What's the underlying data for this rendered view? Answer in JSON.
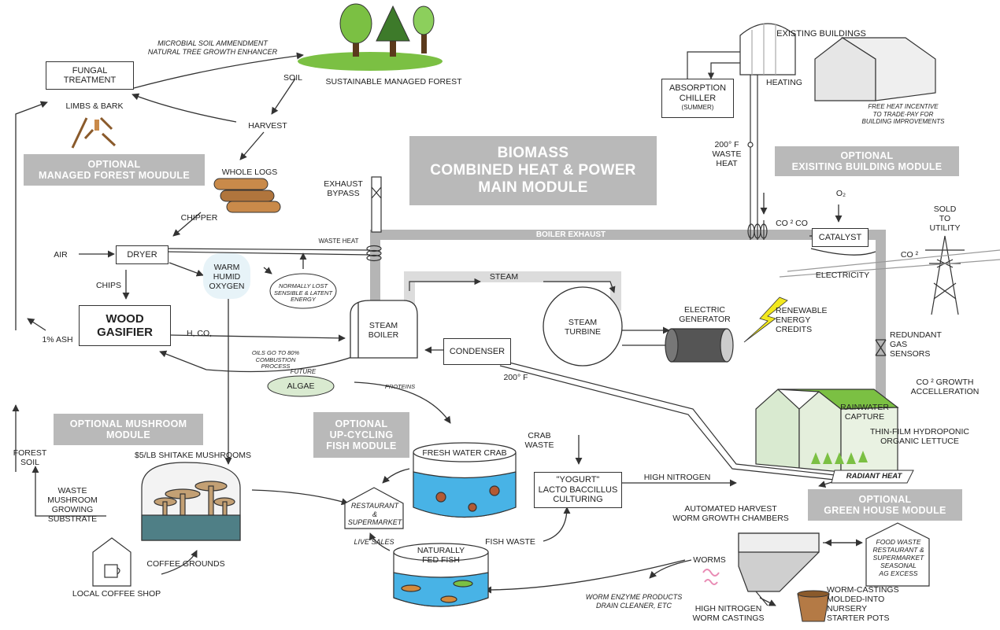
{
  "colors": {
    "pipe": "#b5b5b5",
    "banner": "#b9b9b9",
    "water": "#48b3e6",
    "leaf": "#7bc043",
    "greenhouse": "#d9ead0",
    "wood": "#c98a4a",
    "steam": "#dcdcdc",
    "bolt": "#f2e81e"
  },
  "icons": [
    "tree-icon",
    "log-pile-icon",
    "limbs-icon",
    "house-icon",
    "crab-icon",
    "fish-icon",
    "mushroom-icon",
    "coffee-cup-icon",
    "power-tower-icon",
    "lightning-icon",
    "worm-icon",
    "flower-pot-icon",
    "valve-icon",
    "greenhouse-icon",
    "generator-icon",
    "turbine-icon",
    "boiler-icon",
    "hopper-icon"
  ],
  "banners": {
    "main": "BIOMASS\nCOMBINED HEAT & POWER\nMAIN MODULE",
    "forest": "OPTIONAL\nMANAGED FOREST MOUDULE",
    "building": "OPTIONAL\nEXISITING BUILDING MODULE",
    "mushroom": "OPTIONAL MUSHROOM\nMODULE",
    "fish": "OPTIONAL\nUP-CYCLING\nFISH MODULE",
    "greenhouse": "OPTIONAL\nGREEN HOUSE MODULE"
  },
  "boxes": {
    "fungal": "FUNGAL\nTREATMENT",
    "dryer": "DRYER",
    "gasifier": "WOOD\nGASIFIER",
    "chiller": "ABSORPTION\nCHILLER",
    "chiller_sub": "(SUMMER)",
    "condenser": "CONDENSER",
    "catalyst": "CATALYST",
    "yogurt": "\"YOGURT\"\nLACTO BACCILLUS\nCULTURING",
    "restaurant": "RESTAURANT\n&\nSUPERMARKET",
    "food_waste": "FOOD WASTE\nRESTAURANT &\nSUPERMARKET\nSEASONAL\nAG EXCESS"
  },
  "labels": {
    "microbial": "MICROBIAL SOIL AMMENDMENT\nNATURAL TREE GROWTH ENHANCER",
    "forest": "SUSTAINABLE MANAGED FOREST",
    "soil": "SOIL",
    "limbs": "LIMBS & BARK",
    "harvest": "HARVEST",
    "whole_logs": "WHOLE LOGS",
    "chipper": "CHIPPER",
    "air": "AIR",
    "chips": "CHIPS",
    "ash": "1% ASH",
    "warm": "WARM\nHUMID\nOXYGEN",
    "normally_lost": "NORMALLY LOST\nSENSIBLE & LATENT\nENERGY",
    "h_co": "H, CO,",
    "exhaust_bypass": "EXHAUST\nBYPASS",
    "waste_heat_pipe": "WASTE HEAT",
    "boiler_exhaust": "BOILER EXHAUST",
    "steam": "STEAM",
    "steam_boiler": "STEAM\nBOILER",
    "steam_turbine": "STEAM\nTURBINE",
    "electric_generator": "ELECTRIC\nGENERATOR",
    "temp_200": "200° F",
    "oils": "OILS GO TO 80%\nCOMBUSTION\nPROCESS",
    "future": "FUTURE",
    "algae": "ALGAE",
    "proteins": "PROTEINS",
    "existing_buildings": "EXISTING BUILDINGS",
    "heating": "HEATING",
    "free_heat": "FREE HEAT INCENTIVE\nTO TRADE-PAY FOR\nBUILDING IMPROVEMENTS",
    "waste_heat_200": "200° F\nWASTE\nHEAT",
    "o2": "O₂",
    "co2_co": "CO ² CO",
    "co2": "CO ²",
    "sold": "SOLD\nTO\nUTILITY",
    "electricity": "ELECTRICITY",
    "renewable": "RENEWABLE\nENERGY\nCREDITS",
    "redundant": "REDUNDANT\nGAS\nSENSORS",
    "co2_growth": "CO ² GROWTH\nACCELLERATION",
    "rainwater": "RAINWATER\nCAPTURE",
    "lettuce": "THIN-FILM HYDROPONIC\nORGANIC LETTUCE",
    "radiant": "RADIANT HEAT",
    "forest_soil": "FOREST\nSOIL",
    "waste_mushroom": "WASTE MUSHROOM\nGROWING\nSUBSTRATE",
    "shitake": "$5/LB SHITAKE MUSHROOMS",
    "coffee_grounds": "COFFEE GROUNDS",
    "coffee_shop": "LOCAL COFFEE SHOP",
    "crab": "FRESH WATER CRAB",
    "crab_waste": "CRAB\nWASTE",
    "high_nitrogen": "HIGH NITROGEN",
    "live_sales": "LIVE SALES",
    "naturally_fed": "NATURALLY\nFED FISH",
    "fish_waste": "FISH WASTE",
    "automated": "AUTOMATED HARVEST\nWORM GROWTH CHAMBERS",
    "worms": "WORMS",
    "worm_enzyme": "WORM ENZYME PRODUCTS\nDRAIN CLEANER, ETC",
    "hn_castings": "HIGH NITROGEN\nWORM CASTINGS",
    "castings_pots": "WORM-CASTINGS\nMOLDED-INTO\nNURSERY\nSTARTER POTS"
  }
}
